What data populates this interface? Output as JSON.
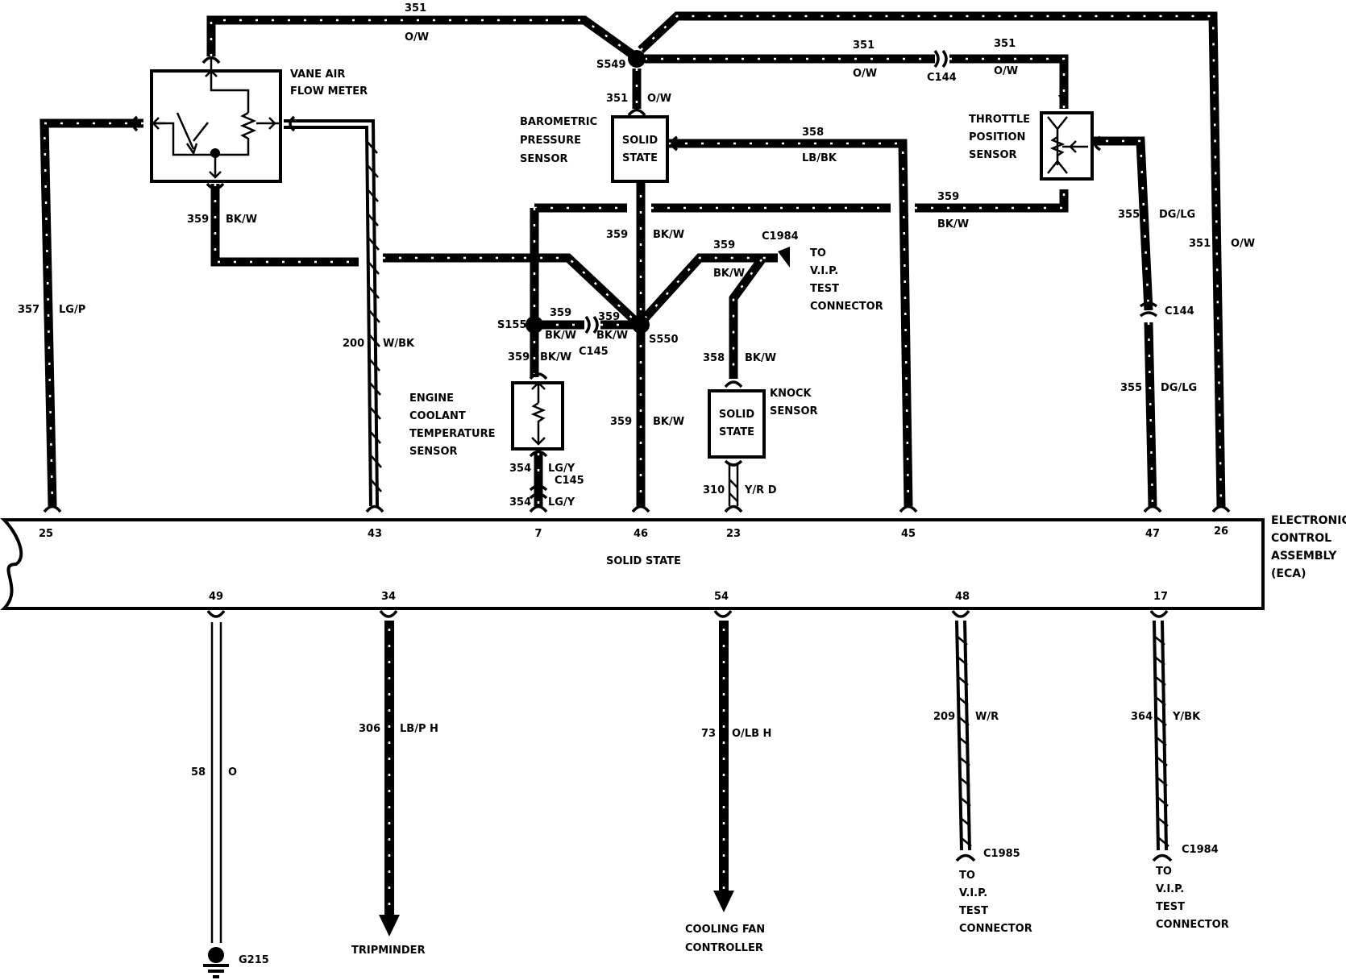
{
  "ecu": {
    "label_line1": "ELECTRONIC",
    "label_line2": "CONTROL",
    "label_line3": "ASSEMBLY",
    "label_line4": "(ECA)",
    "inner_label": "SOLID STATE",
    "top_pins": [
      "25",
      "43",
      "7",
      "46",
      "23",
      "45",
      "47",
      "26"
    ],
    "bottom_pins": [
      "49",
      "34",
      "54",
      "48",
      "17"
    ]
  },
  "components": {
    "vane_air": {
      "line1": "VANE AIR",
      "line2": "FLOW METER"
    },
    "baro": {
      "line1": "BAROMETRIC",
      "line2": "PRESSURE",
      "line3": "SENSOR",
      "inner1": "SOLID",
      "inner2": "STATE"
    },
    "throttle": {
      "line1": "THROTTLE",
      "line2": "POSITION",
      "line3": "SENSOR"
    },
    "coolant": {
      "line1": "ENGINE",
      "line2": "COOLANT",
      "line3": "TEMPERATURE",
      "line4": "SENSOR"
    },
    "knock": {
      "line1": "KNOCK",
      "line2": "SENSOR",
      "inner1": "SOLID",
      "inner2": "STATE"
    }
  },
  "splices": {
    "s549": "S549",
    "s550": "S550",
    "s155": "S155"
  },
  "connectors": {
    "c144_top": "C144",
    "c144_right": "C144",
    "c145_mid": "C145",
    "c145_low": "C145",
    "c1984_top": "C1984",
    "c1985": "C1985",
    "c1984_bottom": "C1984"
  },
  "destinations": {
    "vip_top": {
      "line1": "TO",
      "line2": "V.I.P.",
      "line3": "TEST",
      "line4": "CONNECTOR"
    },
    "vip_c1985": {
      "line1": "TO",
      "line2": "V.I.P.",
      "line3": "TEST",
      "line4": "CONNECTOR"
    },
    "vip_c1984": {
      "line1": "TO",
      "line2": "V.I.P.",
      "line3": "TEST",
      "line4": "CONNECTOR"
    },
    "tripminder": "TRIPMINDER",
    "cooling_fan_line1": "COOLING FAN",
    "cooling_fan_line2": "CONTROLLER",
    "ground": "G215"
  },
  "wires": {
    "top_351": {
      "num": "351",
      "color": "O/W"
    },
    "s549_c144_351": {
      "num": "351",
      "color": "O/W"
    },
    "c144_tps_351": {
      "num": "351",
      "color": "O/W"
    },
    "s549_baro_351": {
      "num": "351",
      "color": "O/W"
    },
    "right_351": {
      "num": "351",
      "color": "O/W"
    },
    "baro_358": {
      "num": "358",
      "color": "LB/BK"
    },
    "tps_359": {
      "num": "359",
      "color": "BK/W"
    },
    "vane_359": {
      "num": "359",
      "color": "BK/W"
    },
    "baro_359": {
      "num": "359",
      "color": "BK/W"
    },
    "c1984_359": {
      "num": "359",
      "color": "BK/W"
    },
    "s155_c145_359": {
      "num": "359",
      "color": "BK/W"
    },
    "c145_s550_359": {
      "num": "359",
      "color": "BK/W"
    },
    "s155_ect_359": {
      "num": "359",
      "color": "BK/W"
    },
    "s550_ecu_359": {
      "num": "359",
      "color": "BK/W"
    },
    "knock_358": {
      "num": "358",
      "color": "BK/W"
    },
    "knock_310": {
      "num": "310",
      "color": "Y/R D"
    },
    "ect_354a": {
      "num": "354",
      "color": "LG/Y"
    },
    "ect_354b": {
      "num": "354",
      "color": "LG/Y"
    },
    "tps_355a": {
      "num": "355",
      "color": "DG/LG"
    },
    "tps_355b": {
      "num": "355",
      "color": "DG/LG"
    },
    "vane_357": {
      "num": "357",
      "color": "LG/P"
    },
    "vane_200": {
      "num": "200",
      "color": "W/BK"
    },
    "ground_58": {
      "num": "58",
      "color": "O"
    },
    "trip_306": {
      "num": "306",
      "color": "LB/P H"
    },
    "fan_73": {
      "num": "73",
      "color": "O/LB H"
    },
    "vip_209": {
      "num": "209",
      "color": "W/R"
    },
    "vip_364": {
      "num": "364",
      "color": "Y/BK"
    }
  }
}
